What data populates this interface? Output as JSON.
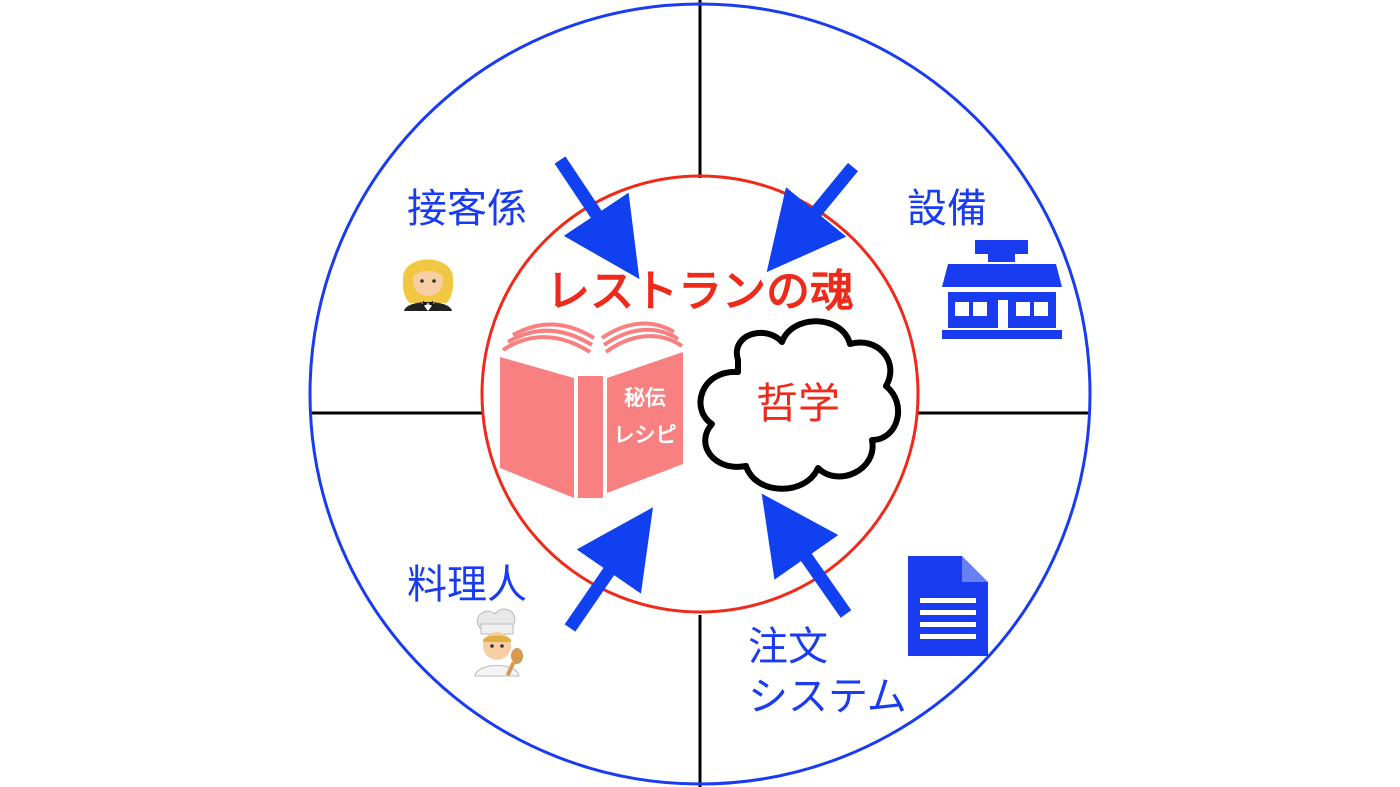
{
  "center": {
    "title": "レストランの魂",
    "book_line1": "秘伝",
    "book_line2": "レシピ",
    "cloud_label": "哲学"
  },
  "quadrants": {
    "top_left": {
      "label": "接客係",
      "icon": "waiter-emoji-icon"
    },
    "top_right": {
      "label": "設備",
      "icon": "store-icon"
    },
    "bottom_left": {
      "label": "料理人",
      "icon": "cook-emoji-icon"
    },
    "bottom_right": {
      "label_line1": "注文",
      "label_line2": "システム",
      "icon": "document-icon"
    }
  },
  "colors": {
    "outer_circle": "#1a3cf0",
    "inner_circle": "#ee2a1a",
    "arrows": "#1040f0",
    "book": "#f98080",
    "cloud_stroke": "#000000"
  }
}
